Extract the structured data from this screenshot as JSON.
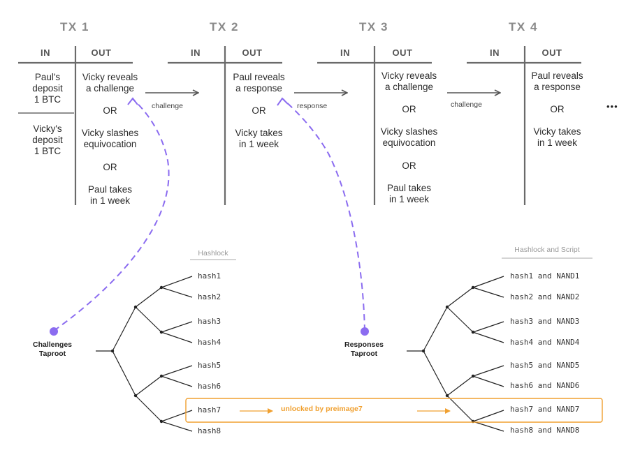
{
  "transactions": [
    {
      "title": "TX 1",
      "in_label": "IN",
      "out_label": "OUT",
      "inputs": [
        "Paul's\ndeposit\n1 BTC",
        "Vicky's\ndeposit\n1 BTC"
      ],
      "outputs": [
        "Vicky reveals\na challenge",
        "OR",
        "Vicky slashes\nequivocation",
        "OR",
        "Paul takes\nin 1 week"
      ]
    },
    {
      "title": "TX 2",
      "in_label": "IN",
      "out_label": "OUT",
      "outputs": [
        "Paul reveals\na response",
        "OR",
        "Vicky takes\nin 1 week"
      ]
    },
    {
      "title": "TX 3",
      "in_label": "IN",
      "out_label": "OUT",
      "outputs": [
        "Vicky reveals\na challenge",
        "OR",
        "Vicky slashes\nequivocation",
        "OR",
        "Paul takes\nin 1 week"
      ]
    },
    {
      "title": "TX 4",
      "in_label": "IN",
      "out_label": "OUT",
      "outputs": [
        "Paul reveals\na response",
        "OR",
        "Vicky takes\nin 1 week"
      ]
    }
  ],
  "arrows": [
    "challenge",
    "response",
    "challenge"
  ],
  "ellipsis": "•••",
  "challenges_tree": {
    "header": "Hashlock",
    "root_label": "Challenges\nTaproot",
    "leaves": [
      "hash1",
      "hash2",
      "hash3",
      "hash4",
      "hash5",
      "hash6",
      "hash7",
      "hash8"
    ]
  },
  "responses_tree": {
    "header": "Hashlock and Script",
    "root_label": "Responses\nTaproot",
    "leaves": [
      "hash1 and NAND1",
      "hash2 and NAND2",
      "hash3 and NAND3",
      "hash4 and NAND4",
      "hash5 and NAND5",
      "hash6 and NAND6",
      "hash7 and NAND7",
      "hash8 and NAND8"
    ]
  },
  "unlock_label": "unlocked by preimage7",
  "colors": {
    "purple": "#8b6cf0",
    "orange": "#f0a030",
    "line": "#6a6a6a"
  }
}
